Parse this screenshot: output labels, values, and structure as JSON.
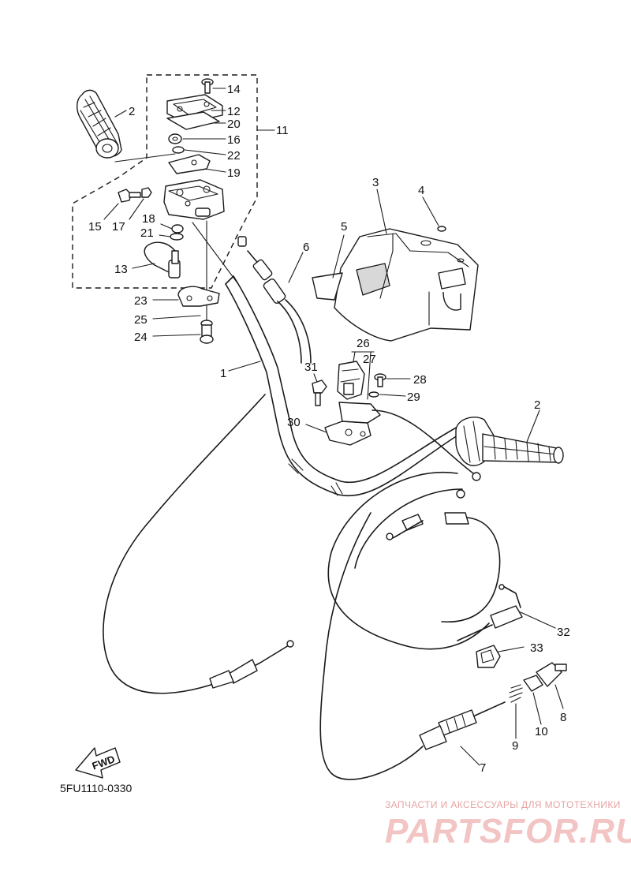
{
  "diagram": {
    "part_code": "5FU1110-0330",
    "direction_label": "FWD",
    "callouts": [
      "1",
      "2",
      "2",
      "3",
      "4",
      "5",
      "6",
      "7",
      "8",
      "9",
      "10",
      "11",
      "12",
      "13",
      "14",
      "15",
      "16",
      "17",
      "18",
      "19",
      "20",
      "21",
      "22",
      "23",
      "24",
      "25",
      "26",
      "27",
      "28",
      "29",
      "30",
      "31",
      "32",
      "33"
    ]
  },
  "watermark": {
    "tagline": "ЗАПЧАСТИ И АКСЕССУАРЫ ДЛЯ МОТОТЕХНИКИ",
    "brand": "PARTSFOR.RU",
    "color": "#e8a3a3"
  }
}
